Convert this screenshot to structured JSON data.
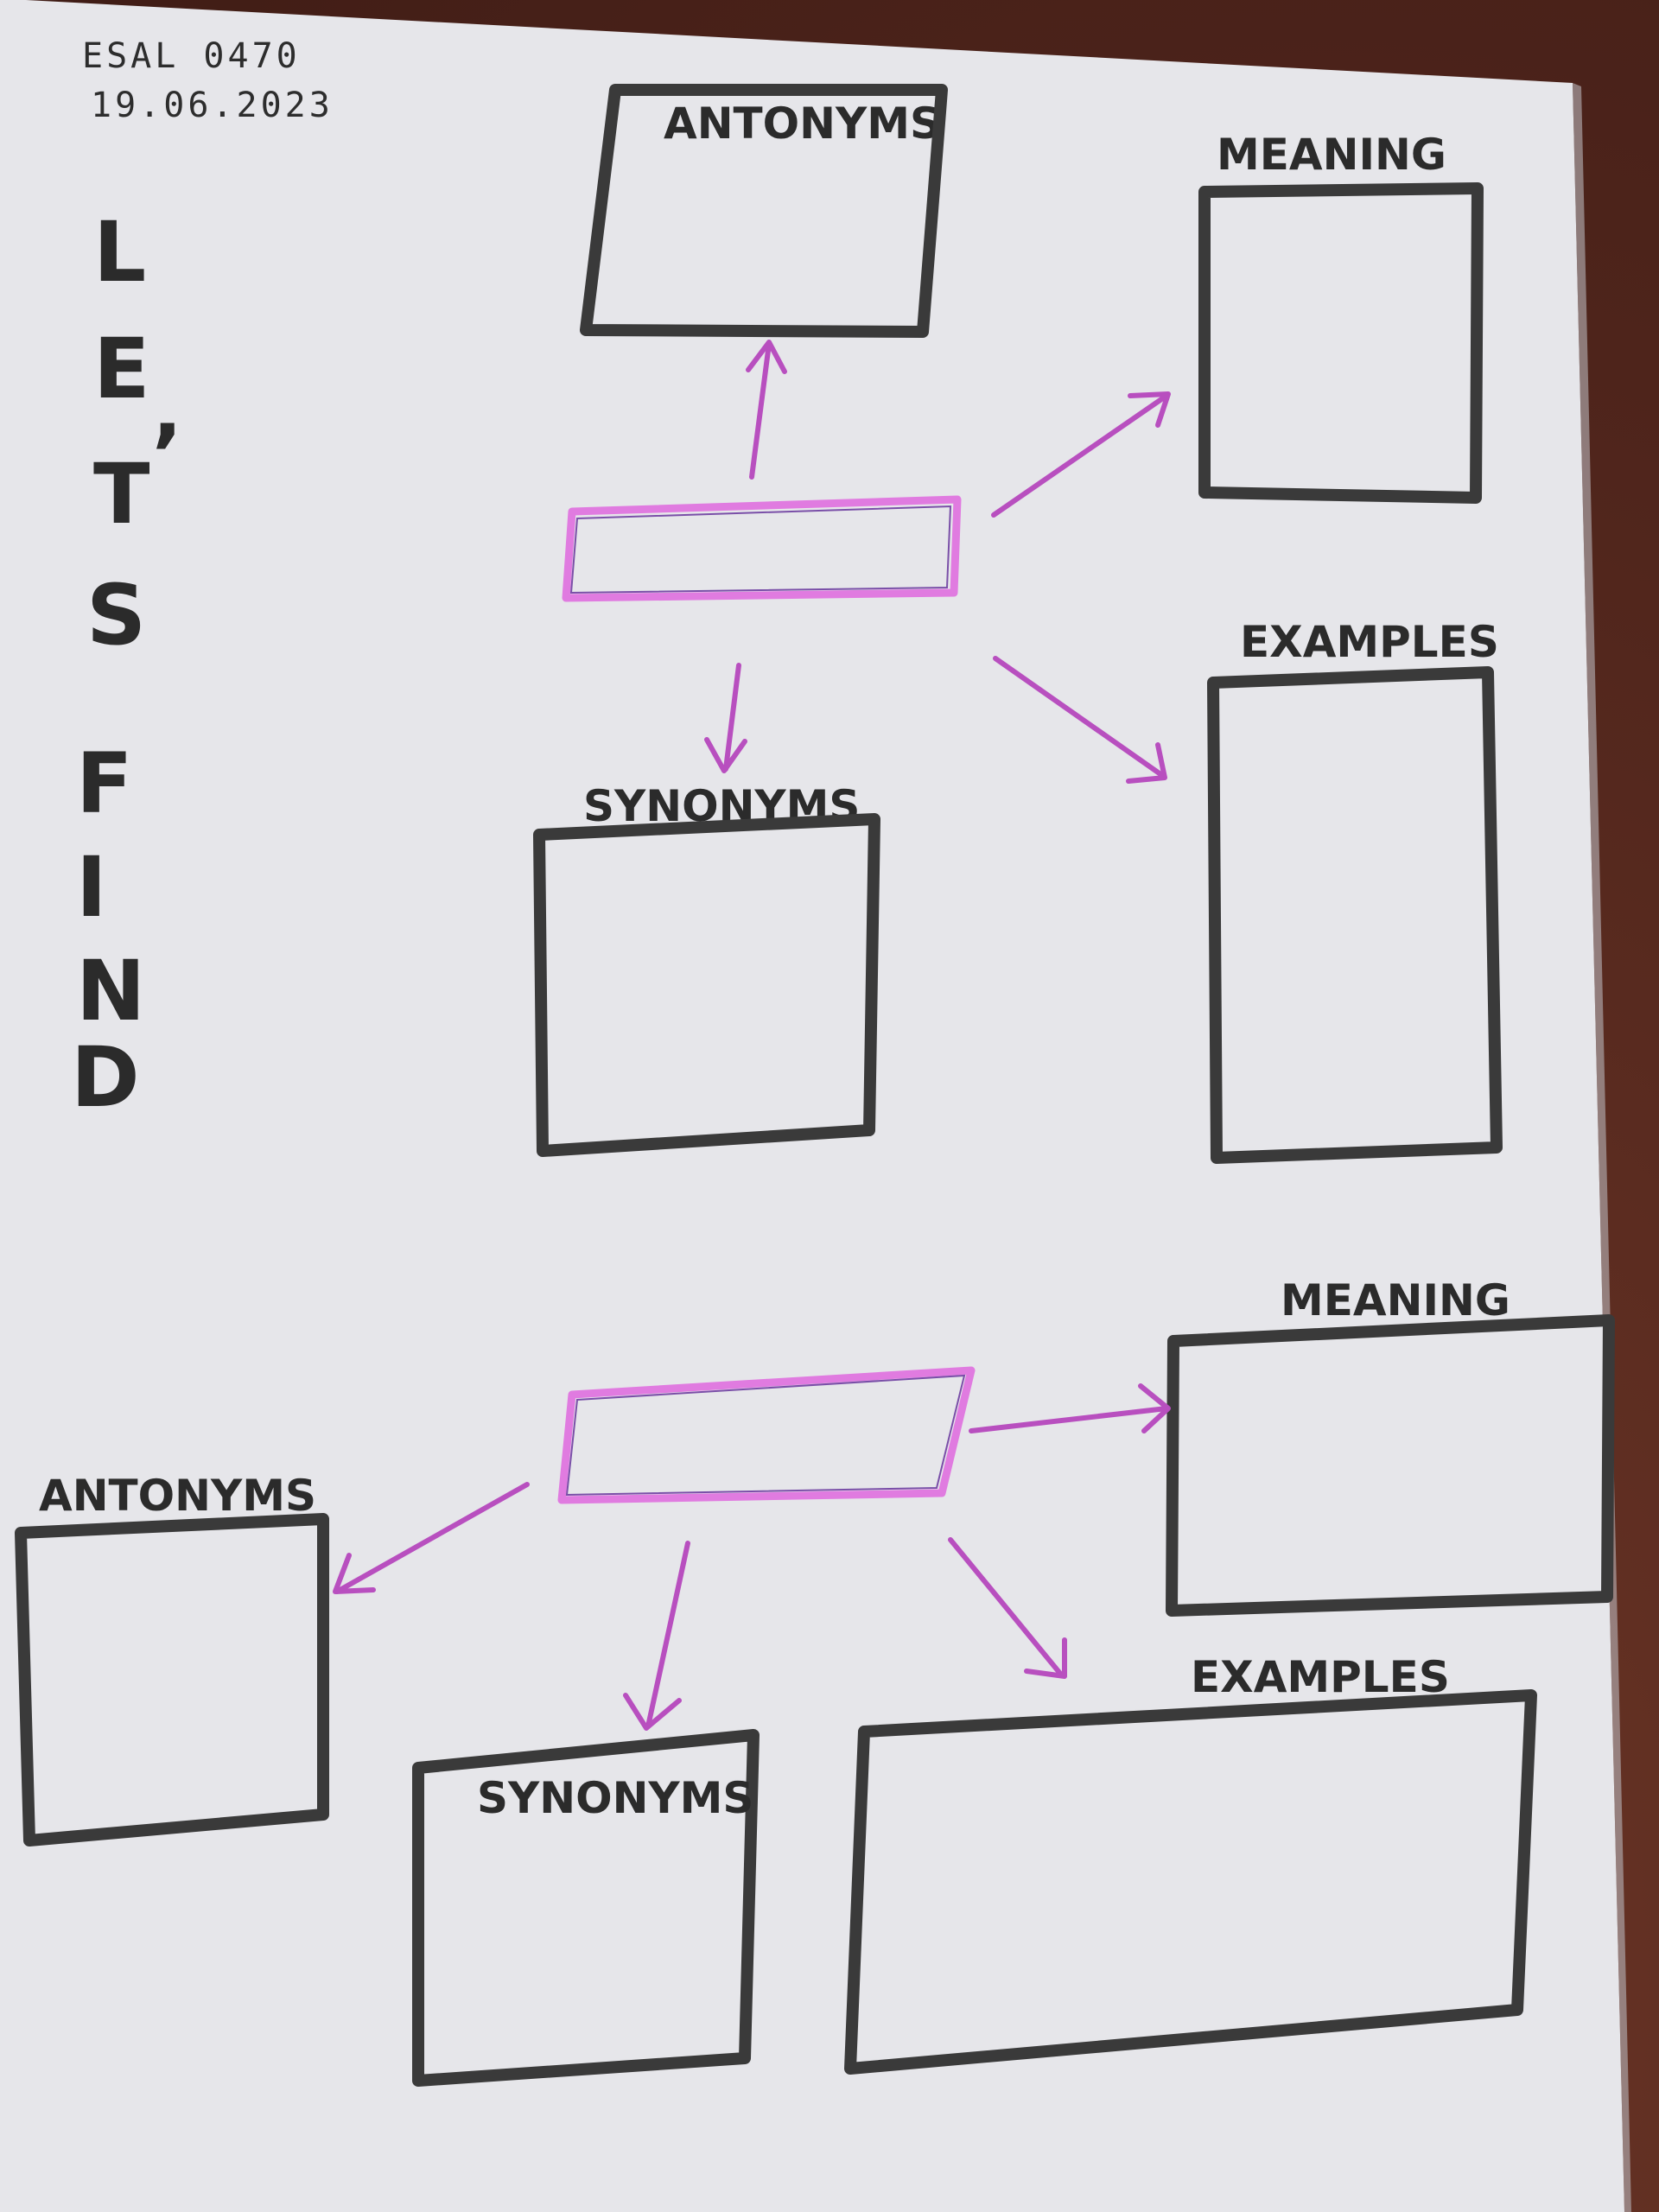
{
  "header": {
    "code": "ESAL 0470",
    "date": "19.06.2023"
  },
  "title": {
    "letters": [
      "L",
      "E",
      "T",
      "’",
      "S",
      "F",
      "I",
      "N",
      "D"
    ]
  },
  "top_map": {
    "antonyms_label": "ANTONYMS",
    "meaning_label": "MEANING",
    "examples_label": "EXAMPLES",
    "synonyms_label": "SYNONYMS"
  },
  "bottom_map": {
    "antonyms_label": "ANTONYMS",
    "meaning_label": "MEANING",
    "examples_label": "EXAMPLES",
    "synonyms_label": "SYNONYMS"
  },
  "colors": {
    "paper": "#e6e6ea",
    "marker_black": "#3a3a3a",
    "highlighter_pink": "#e07be0",
    "arrow_purple": "#b84fbf",
    "table_wood": "#5a2c22"
  }
}
